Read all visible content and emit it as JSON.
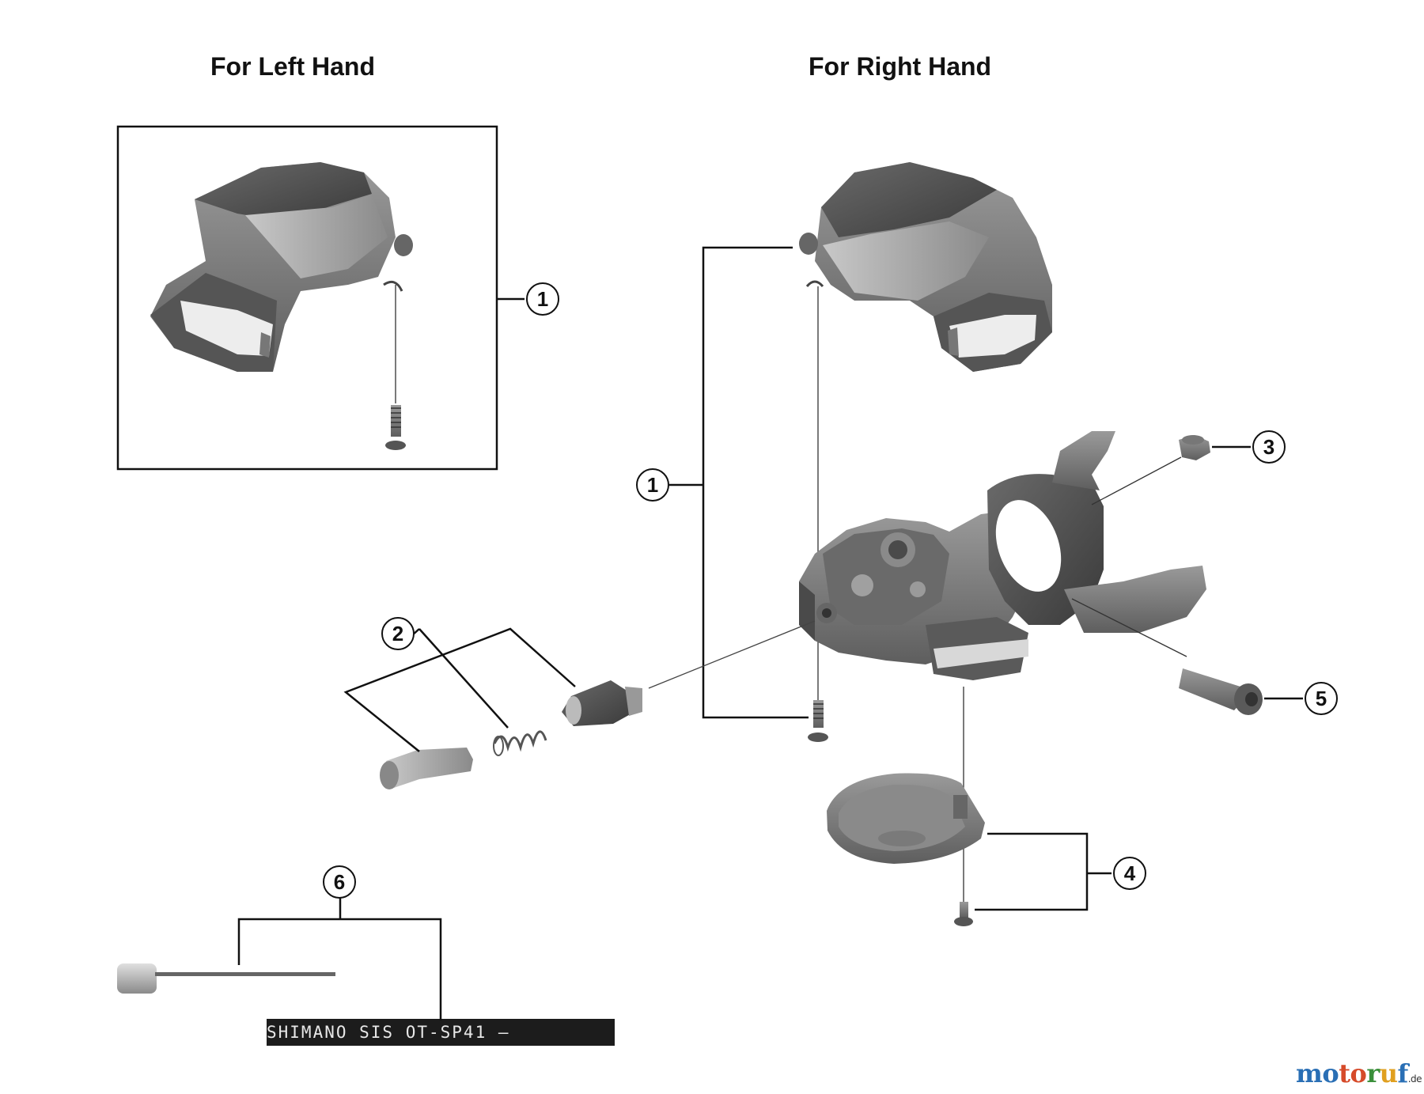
{
  "headings": {
    "left": "For Left Hand",
    "right": "For Right Hand"
  },
  "callouts": {
    "c1_left": "1",
    "c1_right": "1",
    "c2": "2",
    "c3": "3",
    "c4": "4",
    "c5": "5",
    "c6": "6"
  },
  "cable_housing_text": "SHIMANO SIS  OT-SP41 –",
  "watermark": {
    "p1": "mo",
    "p2": "to",
    "p3": "r",
    "p4": "u",
    "p5": "f",
    "tld": ".de"
  },
  "colors": {
    "part_dark": "#4a4a4a",
    "part_mid": "#7a7a7a",
    "part_light": "#a8a8a8",
    "housing": "#1c1c1c",
    "line": "#111111"
  }
}
